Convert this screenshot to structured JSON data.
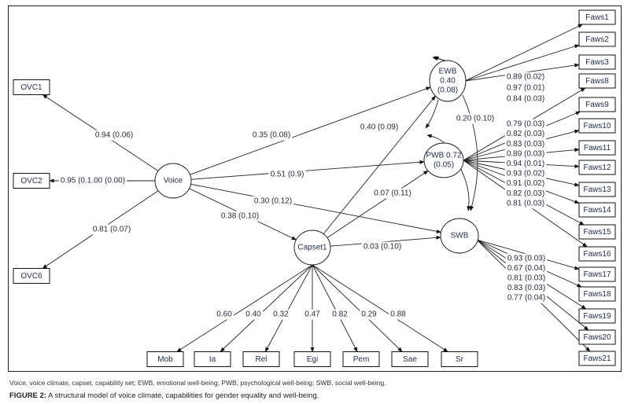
{
  "figure": {
    "footnote": "Voice, voice climate; capset, capability set; EWB, emotional well-being; PWB, psychological well-being; SWB, social well-being.",
    "caption_label": "FIGURE 2:",
    "caption_text": " A structural model of voice climate, capabilities for gender equality and well-being."
  },
  "latent_nodes": {
    "voice": {
      "label": "Voice"
    },
    "capset": {
      "label": "Capset1"
    },
    "ewb": {
      "lines": [
        "EWB",
        "0.40",
        "(0.08)"
      ]
    },
    "pwb": {
      "lines": [
        "PWB 0.72",
        "(0.05)"
      ]
    },
    "swb": {
      "label": "SWB"
    }
  },
  "voice_indicators": [
    {
      "name": "OVC1",
      "label": "0.94 (0.06)"
    },
    {
      "name": "OVC2",
      "label": "0.95 (0.1.00 (0.00)"
    },
    {
      "name": "OVC6",
      "label": "0.81 (0.07)"
    }
  ],
  "capset_indicators": [
    {
      "name": "Mob",
      "label": "0.60"
    },
    {
      "name": "Ia",
      "label": "0.40"
    },
    {
      "name": "Rel",
      "label": "0.32"
    },
    {
      "name": "Egi",
      "label": "0.47"
    },
    {
      "name": "Pem",
      "label": "0.82"
    },
    {
      "name": "Sae",
      "label": "0.29"
    },
    {
      "name": "Sr",
      "label": "0.88"
    }
  ],
  "ewb_indicators": [
    {
      "name": "Faws1",
      "label": "0.89 (0.02)"
    },
    {
      "name": "Faws2",
      "label": "0.97 (0.01)"
    },
    {
      "name": "Faws3",
      "label": "0.84 (0.03)"
    }
  ],
  "pwb_indicators": [
    {
      "name": "Faws8",
      "label": "0.79 (0.03)"
    },
    {
      "name": "Faws9",
      "label": "0.82 (0.03)"
    },
    {
      "name": "Faws10",
      "label": "0.83 (0.03)"
    },
    {
      "name": "Faws11",
      "label": "0.89 (0.03)"
    },
    {
      "name": "Faws12",
      "label": "0.94 (0.01)"
    },
    {
      "name": "Faws13",
      "label": "0.93 (0.02)"
    },
    {
      "name": "Faws14",
      "label": "0.91 (0.02)"
    },
    {
      "name": "Faws15",
      "label": "0.82 (0.03)"
    },
    {
      "name": "Faws16",
      "label": "0.81 (0.03)"
    }
  ],
  "swb_indicators": [
    {
      "name": "Faws17",
      "label": "0.93 (0.03)"
    },
    {
      "name": "Faws18",
      "label": "0.67 (0.04)"
    },
    {
      "name": "Faws19",
      "label": "0.81 (0.03)"
    },
    {
      "name": "Faws20",
      "label": "0.83 (0.03)"
    },
    {
      "name": "Faws21",
      "label": "0.77 (0.04)"
    }
  ],
  "structural_paths": {
    "voice_to_ewb": "0.35 (0.08)",
    "voice_to_pwb": "0.51 (0.9)",
    "voice_to_swb": "0.30 (0.12)",
    "voice_to_capset": "0.38 (0.10)",
    "capset_to_ewb": "0.40 (0.09)",
    "capset_to_pwb": "0.07 (0.11)",
    "capset_to_swb": "0.03 (0.10)",
    "ewb_to_swb": "0.20 (0.10)"
  }
}
